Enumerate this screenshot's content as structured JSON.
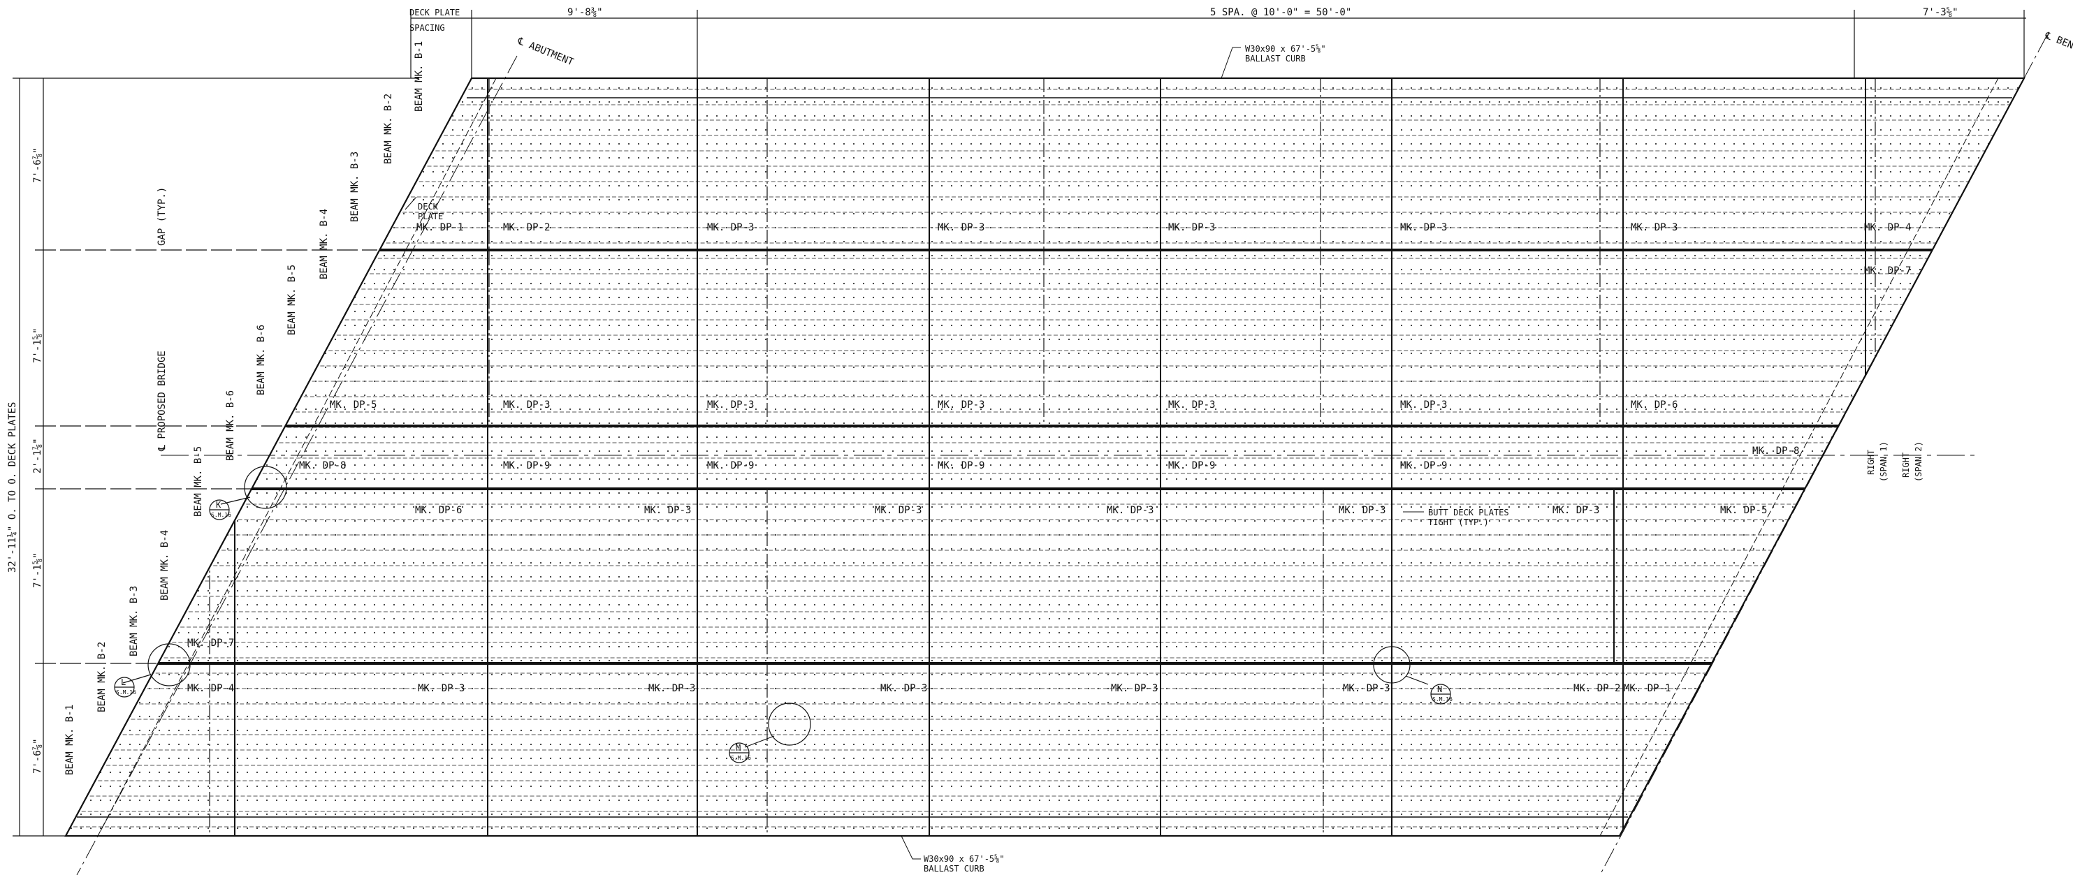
{
  "dims": {
    "deck_plate_spacing_1": "DECK PLATE",
    "deck_plate_spacing_2": "SPACING",
    "top_first": "9'-8⅜\"",
    "top_span": "5 SPA. @ 10'-0\" = 50'-0\"",
    "top_last": "7'-3⅝\"",
    "left_total": "32'-11¼\" O. TO O. DECK PLATES",
    "left_d1": "7'-6⅞\"",
    "left_d2": "7'-1⅝\"",
    "left_d3": "2'-1⅞\"",
    "left_d4": "7'-1⅝\"",
    "left_d5": "7'-6⅞\""
  },
  "labels": {
    "abutment": "℄ ABUTMENT",
    "bent": "℄ BENT",
    "curb_top_1": "W30x90 x 67'-5⅝\"",
    "curb_top_2": "BALLAST CURB",
    "curb_bot_1": "W30x90 x 67'-5⅝\"",
    "curb_bot_2": "BALLAST CURB",
    "gap": "GAP (TYP.)",
    "proposed_bridge": "℄ PROPOSED BRIDGE",
    "deck_plate_1": "DECK",
    "deck_plate_2": "PLATE",
    "butt_1": "BUTT DECK PLATES",
    "butt_2": "TIGHT (TYP.)",
    "right_span1": "RIGHT",
    "right_span1b": "(SPAN 1)",
    "right_span2": "RIGHT",
    "right_span2b": "(SPAN 2)"
  },
  "beams": {
    "top": [
      "BEAM MK. B-1",
      "BEAM MK. B-2",
      "BEAM MK. B-3",
      "BEAM MK. B-4",
      "BEAM MK. B-5",
      "BEAM MK. B-6"
    ],
    "bottom": [
      "BEAM MK. B-6",
      "BEAM MK. B-5",
      "BEAM MK. B-4",
      "BEAM MK. B-3",
      "BEAM MK. B-2",
      "BEAM MK. B-1"
    ]
  },
  "plates": {
    "row1": [
      "MK. DP-1",
      "MK. DP-2",
      "MK. DP-3",
      "MK. DP-3",
      "MK. DP-3",
      "MK. DP-3",
      "MK. DP-3",
      "MK. DP-4",
      "MK. DP-7"
    ],
    "row2": [
      "MK. DP-5",
      "MK. DP-3",
      "MK. DP-3",
      "MK. DP-3",
      "MK. DP-3",
      "MK. DP-3",
      "MK. DP-6"
    ],
    "row3": [
      "MK. DP-8",
      "MK. DP-9",
      "MK. DP-9",
      "MK. DP-9",
      "MK. DP-9",
      "MK. DP-9",
      "MK. DP-8"
    ],
    "row4": [
      "MK. DP-6",
      "MK. DP-3",
      "MK. DP-3",
      "MK. DP-3",
      "MK. DP-3",
      "MK. DP-3",
      "MK. DP-5"
    ],
    "row5": [
      "MK. DP-7",
      "MK. DP-4",
      "MK. DP-3",
      "MK. DP-3",
      "MK. DP-3",
      "MK. DP-3",
      "MK. DP-3",
      "MK. DP-2",
      "MK. DP-1"
    ]
  },
  "details": {
    "k_letter": "K",
    "k_sheet": "S.M.16",
    "l_letter": "L",
    "l_sheet": "S.M.16",
    "m_letter": "M",
    "m_sheet": "S.M.16",
    "n_letter": "N",
    "n_sheet": "S.M.16"
  }
}
